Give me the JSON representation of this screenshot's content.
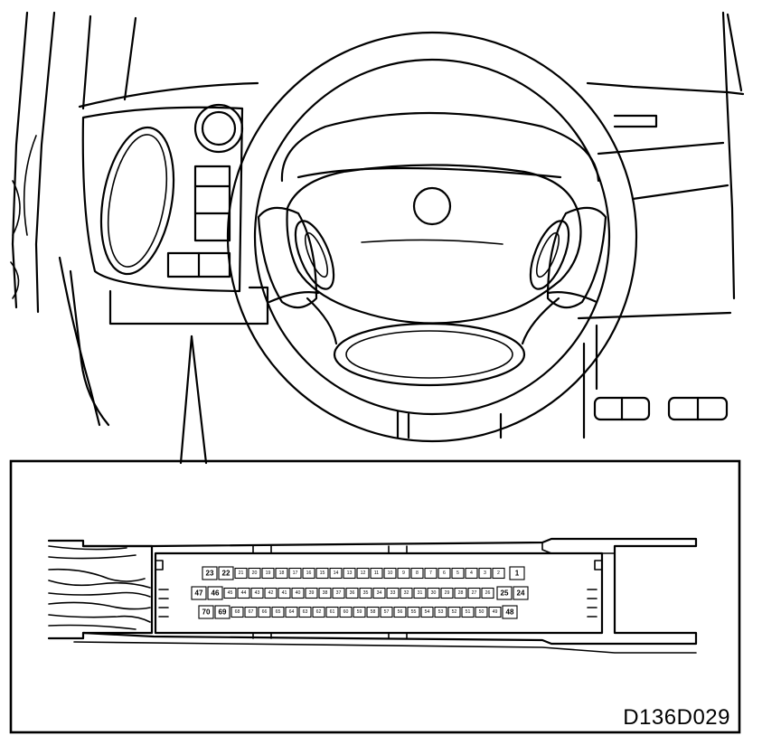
{
  "figure_code": "D136D029",
  "connector": {
    "rows": [
      [
        "23",
        "22",
        "21",
        "20",
        "19",
        "18",
        "17",
        "16",
        "15",
        "14",
        "13",
        "12",
        "11",
        "10",
        "9",
        "8",
        "7",
        "6",
        "5",
        "4",
        "3",
        "2",
        "1"
      ],
      [
        "47",
        "46",
        "45",
        "44",
        "43",
        "42",
        "41",
        "40",
        "39",
        "38",
        "37",
        "36",
        "35",
        "34",
        "33",
        "32",
        "31",
        "30",
        "29",
        "28",
        "27",
        "26",
        "25",
        "24"
      ],
      [
        "70",
        "69",
        "68",
        "67",
        "66",
        "65",
        "64",
        "63",
        "62",
        "61",
        "60",
        "59",
        "58",
        "57",
        "56",
        "55",
        "54",
        "53",
        "52",
        "51",
        "50",
        "49",
        "48"
      ]
    ]
  }
}
